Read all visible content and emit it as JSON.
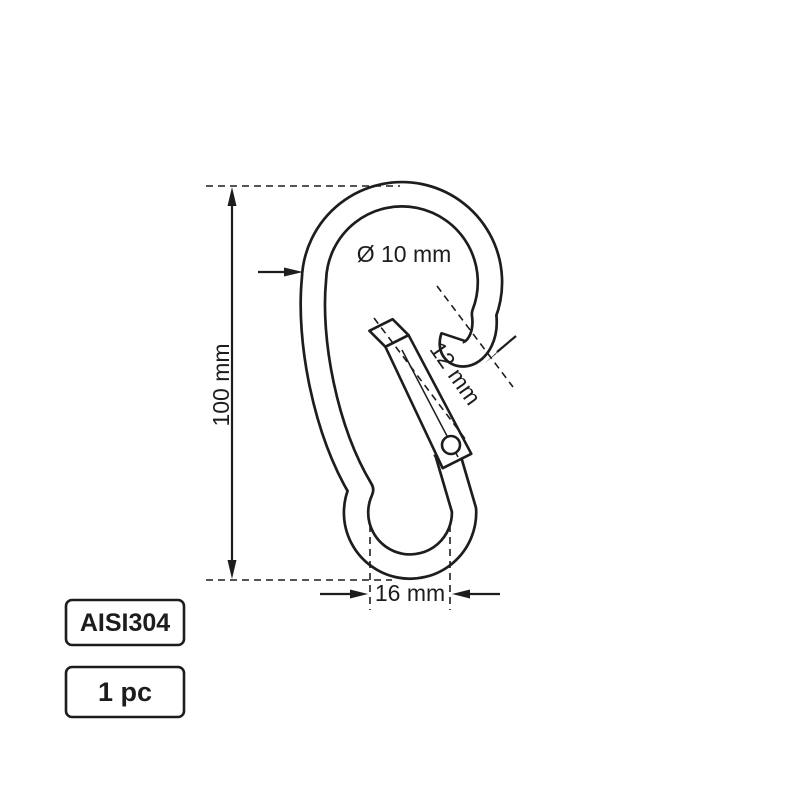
{
  "drawing": {
    "type": "technical-diagram",
    "subject": "spring snap hook carabiner",
    "labels": {
      "wire_diameter": "Ø 10 mm",
      "length": "100 mm",
      "opening": "12 mm",
      "inner_width": "16 mm"
    },
    "badges": {
      "material": "AISI304",
      "quantity": "1 pc"
    }
  },
  "colors": {
    "line": "#1d1d1b",
    "background": "#ffffff"
  }
}
